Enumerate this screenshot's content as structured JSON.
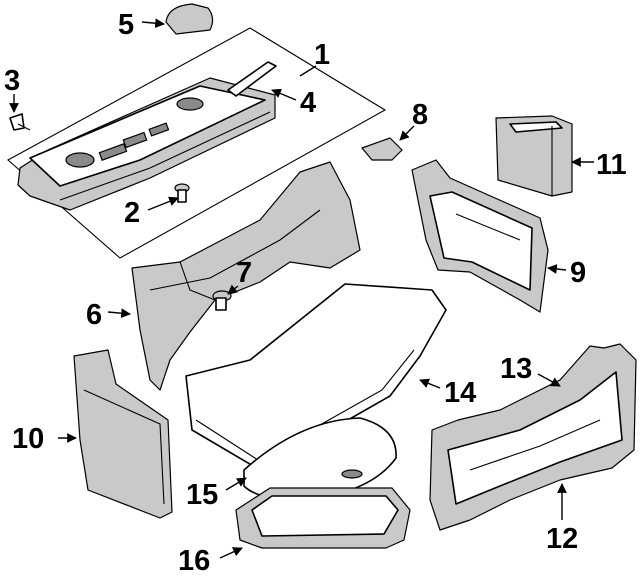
{
  "callouts": [
    {
      "id": "1",
      "label": "1"
    },
    {
      "id": "2",
      "label": "2"
    },
    {
      "id": "3",
      "label": "3"
    },
    {
      "id": "4",
      "label": "4"
    },
    {
      "id": "5",
      "label": "5"
    },
    {
      "id": "6",
      "label": "6"
    },
    {
      "id": "7",
      "label": "7"
    },
    {
      "id": "8",
      "label": "8"
    },
    {
      "id": "9",
      "label": "9"
    },
    {
      "id": "10",
      "label": "10"
    },
    {
      "id": "11",
      "label": "11"
    },
    {
      "id": "12",
      "label": "12"
    },
    {
      "id": "13",
      "label": "13"
    },
    {
      "id": "14",
      "label": "14"
    },
    {
      "id": "15",
      "label": "15"
    },
    {
      "id": "16",
      "label": "16"
    }
  ],
  "colors": {
    "line": "#000000",
    "shade": "#c9c9c9",
    "background": "#ffffff"
  }
}
